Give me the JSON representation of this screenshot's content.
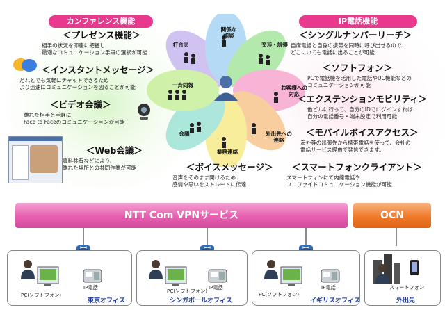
{
  "headers": {
    "conference": "カンファレンス機能",
    "ip_phone": "IP電話機能"
  },
  "features_left": [
    {
      "title": "＜プレゼンス機能＞",
      "lines": [
        "相手の状況を即座に把握し",
        "最適なコミュニケーション手段の選択が可能"
      ]
    },
    {
      "title": "＜インスタントメッセージ＞",
      "lines": [
        "だれとでも気軽にチャットできるため",
        "より迅速にコミュニケーションを図ることが可能"
      ]
    },
    {
      "title": "＜ビデオ会議＞",
      "lines": [
        "離れた相手と手軽に",
        "Face to Faceのコミュニケーションが可能"
      ]
    },
    {
      "title": "＜Web会議＞",
      "lines": [
        "資料共有などにより、",
        "離れた場所との共同作業が可能"
      ]
    }
  ],
  "feature_bottom": {
    "title": "＜ボイスメッセージ＞",
    "lines": [
      "音声をそのまま聞けるため",
      "感情や思いをストレートに伝達"
    ]
  },
  "features_right": [
    {
      "title": "＜シングルナンバーリーチ＞",
      "lines": [
        "自席電話と自身の携帯を同時に呼び出せるので、",
        "どこにいても電話に出ることが可能"
      ]
    },
    {
      "title": "＜ソフトフォン＞",
      "lines": [
        "PCで電話機を活用した電話やUC機能などの",
        "コミュニケーションが可能"
      ]
    },
    {
      "title": "＜エクステンションモビリティ＞",
      "lines": [
        "他ビルに行って、自分のIDでログインすれば",
        "自分の電話番号・端末設定で利用可能"
      ]
    },
    {
      "title": "＜モバイルボイスアクセス＞",
      "lines": [
        "海外等の出張先から携帯電話を使って、会社の",
        "電話サービス経由で発信できます。"
      ]
    },
    {
      "title": "＜スマートフォンクライアント＞",
      "lines": [
        "スマートフォンにて内線電話や",
        "ユニファイドコミュニケーション機能が可能"
      ]
    }
  ],
  "petals": {
    "uchiawase": "打合せ",
    "kanrisha": [
      "関係な",
      "相談"
    ],
    "koushou": "交渉・説得",
    "okyakusama": [
      "お客様への",
      "対応"
    ],
    "gaishutsu": [
      "外出先への",
      "連絡"
    ],
    "gyomu": "業務連絡",
    "kaigi": "会議",
    "isseidouhou": "一斉同報"
  },
  "network": {
    "vpn": "NTT Com VPNサービス",
    "ocn": "OCN"
  },
  "offices": [
    {
      "name": "東京オフィス",
      "pc": "PC(ソフトフォン)",
      "phone": "IP電話"
    },
    {
      "name": "シンガポールオフィス",
      "pc": "PC(ソフトフォン)",
      "phone": "IP電話"
    },
    {
      "name": "イギリスオフィス",
      "pc": "PC(ソフトフォン)",
      "phone": "IP電話"
    }
  ],
  "outside": {
    "name": "外出先",
    "device": "スマートフォン"
  },
  "colors": {
    "header": "#e8398f",
    "vpn": "#e65fb0",
    "ocn": "#f07a2a",
    "office_label": "#1a3aa0"
  }
}
